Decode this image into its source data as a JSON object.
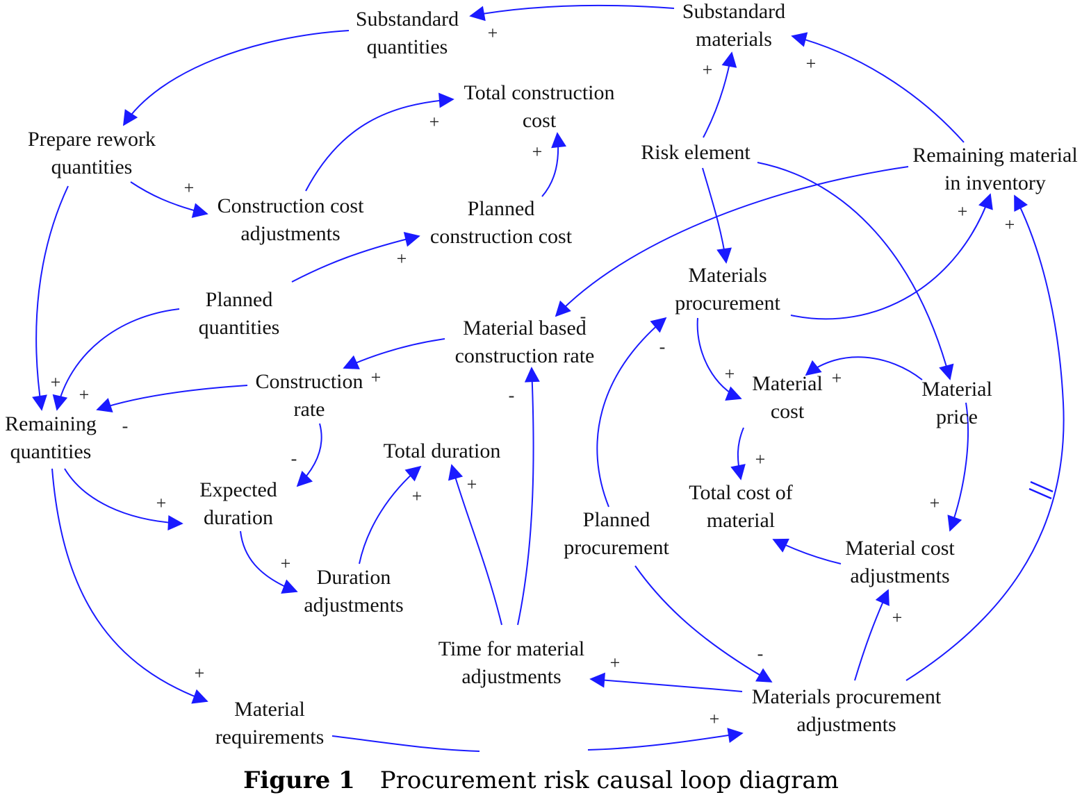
{
  "caption": {
    "label": "Figure 1",
    "title": "Procurement risk causal loop diagram"
  },
  "colors": {
    "arrow": "#1a1aff",
    "text": "#111111"
  },
  "nodes": {
    "substandard_quantities": "Substandard\nquantities",
    "substandard_materials": "Substandard\nmaterials",
    "total_construction_cost": "Total construction\ncost",
    "prepare_rework_quantities": "Prepare rework\nquantities",
    "risk_element": "Risk element",
    "remaining_material_in_inventory": "Remaining material\nin inventory",
    "construction_cost_adjustments": "Construction cost\nadjustments",
    "planned_construction_cost": "Planned\nconstruction cost",
    "planned_quantities": "Planned\nquantities",
    "materials_procurement": "Materials\nprocurement",
    "material_based_construction_rate": "Material based\nconstruction rate",
    "construction_rate": "Construction\nrate",
    "material_cost": "Material\ncost",
    "material_price": "Material\nprice",
    "remaining_quantities": "Remaining\nquantities",
    "total_duration": "Total duration",
    "total_cost_of_material": "Total cost of\nmaterial",
    "expected_duration": "Expected\nduration",
    "planned_procurement": "Planned\nprocurement",
    "material_cost_adjustments": "Material cost\nadjustments",
    "duration_adjustments": "Duration\nadjustments",
    "time_for_material_adjustments": "Time for material\nadjustments",
    "material_requirements": "Material\nrequirements",
    "materials_procurement_adjustments": "Materials procurement\nadjustments"
  },
  "links": [
    {
      "from": "substandard_materials",
      "to": "substandard_quantities",
      "polarity": "+"
    },
    {
      "from": "substandard_quantities",
      "to": "prepare_rework_quantities",
      "polarity": ""
    },
    {
      "from": "prepare_rework_quantities",
      "to": "construction_cost_adjustments",
      "polarity": "+"
    },
    {
      "from": "prepare_rework_quantities",
      "to": "remaining_quantities",
      "polarity": "+"
    },
    {
      "from": "construction_cost_adjustments",
      "to": "total_construction_cost",
      "polarity": "+"
    },
    {
      "from": "planned_construction_cost",
      "to": "total_construction_cost",
      "polarity": "+"
    },
    {
      "from": "planned_quantities",
      "to": "planned_construction_cost",
      "polarity": "+"
    },
    {
      "from": "planned_quantities",
      "to": "remaining_quantities",
      "polarity": "+"
    },
    {
      "from": "risk_element",
      "to": "substandard_materials",
      "polarity": "+"
    },
    {
      "from": "remaining_material_in_inventory",
      "to": "substandard_materials",
      "polarity": "+"
    },
    {
      "from": "risk_element",
      "to": "materials_procurement",
      "polarity": ""
    },
    {
      "from": "risk_element",
      "to": "material_price",
      "polarity": ""
    },
    {
      "from": "remaining_material_in_inventory",
      "to": "material_based_construction_rate",
      "polarity": "-"
    },
    {
      "from": "materials_procurement",
      "to": "remaining_material_in_inventory",
      "polarity": "+"
    },
    {
      "from": "materials_procurement",
      "to": "material_cost",
      "polarity": "+"
    },
    {
      "from": "material_price",
      "to": "material_cost",
      "polarity": "+"
    },
    {
      "from": "material_based_construction_rate",
      "to": "construction_rate",
      "polarity": "+"
    },
    {
      "from": "construction_rate",
      "to": "remaining_quantities",
      "polarity": "-"
    },
    {
      "from": "construction_rate",
      "to": "expected_duration",
      "polarity": "-"
    },
    {
      "from": "material_cost",
      "to": "total_cost_of_material",
      "polarity": "+"
    },
    {
      "from": "material_price",
      "to": "material_cost_adjustments",
      "polarity": "+"
    },
    {
      "from": "material_cost_adjustments",
      "to": "total_cost_of_material",
      "polarity": ""
    },
    {
      "from": "remaining_quantities",
      "to": "expected_duration",
      "polarity": "+"
    },
    {
      "from": "remaining_quantities",
      "to": "material_requirements",
      "polarity": "+"
    },
    {
      "from": "expected_duration",
      "to": "duration_adjustments",
      "polarity": "+"
    },
    {
      "from": "duration_adjustments",
      "to": "total_duration",
      "polarity": "+"
    },
    {
      "from": "time_for_material_adjustments",
      "to": "total_duration",
      "polarity": "+"
    },
    {
      "from": "time_for_material_adjustments",
      "to": "material_based_construction_rate",
      "polarity": "-"
    },
    {
      "from": "planned_procurement",
      "to": "materials_procurement",
      "polarity": "-"
    },
    {
      "from": "planned_procurement",
      "to": "materials_procurement_adjustments",
      "polarity": "-"
    },
    {
      "from": "materials_procurement_adjustments",
      "to": "time_for_material_adjustments",
      "polarity": "+"
    },
    {
      "from": "materials_procurement_adjustments",
      "to": "material_cost_adjustments",
      "polarity": "+"
    },
    {
      "from": "materials_procurement_adjustments",
      "to": "remaining_material_in_inventory",
      "polarity": "+",
      "delay": true
    },
    {
      "from": "material_requirements",
      "to": "materials_procurement_adjustments",
      "polarity": "+"
    }
  ]
}
